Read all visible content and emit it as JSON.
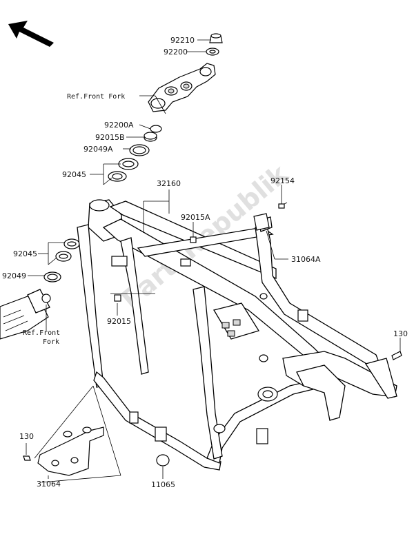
{
  "diagram": {
    "watermark": "PartsRepublik",
    "labels": {
      "p92210": "92210",
      "p92200": "92200",
      "ref_front_fork_top": "Ref.Front Fork",
      "p92200A": "92200A",
      "p92015B": "92015B",
      "p92049A": "92049A",
      "p92045_top": "92045",
      "p32160": "32160",
      "p92154": "92154",
      "p92015A": "92015A",
      "p31064A": "31064A",
      "p92045_left": "92045",
      "p92049": "92049",
      "p92015": "92015",
      "ref_front_fork_left_1": "Ref.Front",
      "ref_front_fork_left_2": "Fork",
      "p130_right": "130",
      "p130_left": "130",
      "p31064": "31064",
      "p11065": "11065"
    }
  }
}
